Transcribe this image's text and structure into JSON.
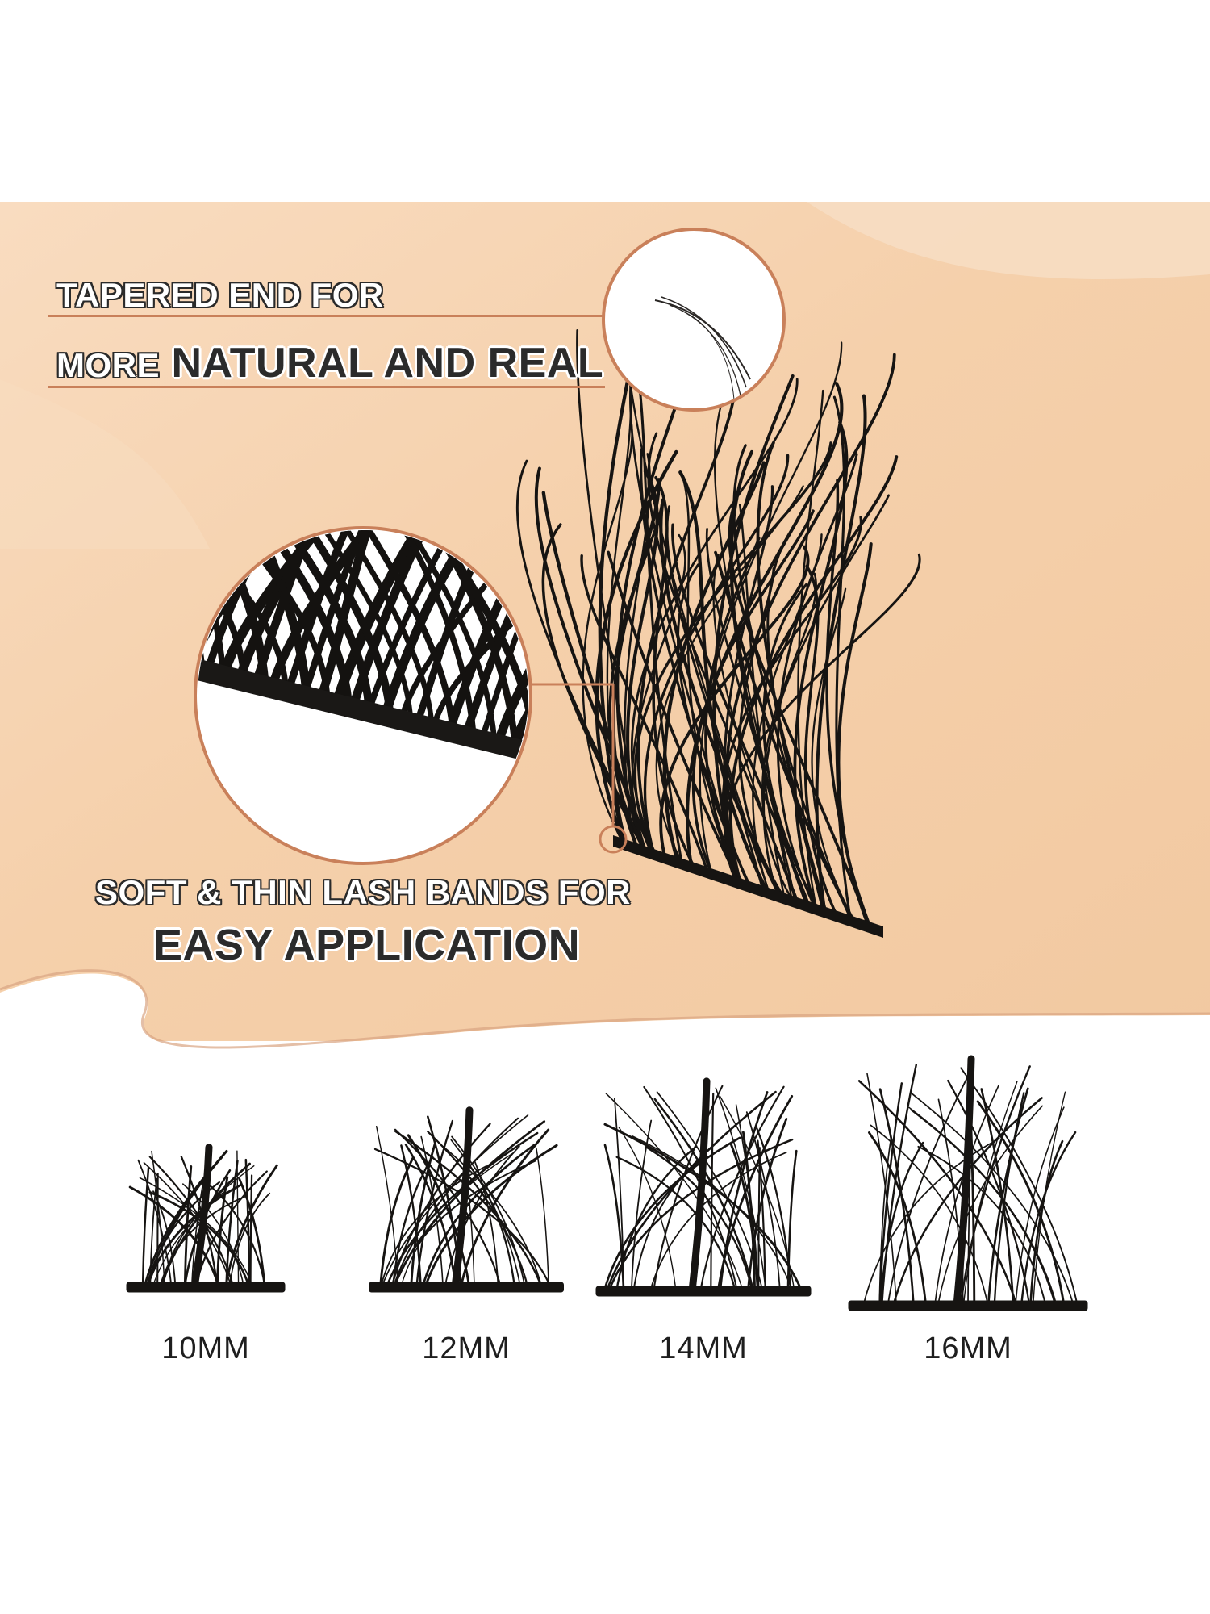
{
  "callouts": {
    "tapered_line1": "TAPERED END FOR",
    "tapered_line2_small": "MORE",
    "tapered_line2_big": "NATURAL AND REAL",
    "bands_line1": "SOFT & THIN LASH BANDS FOR",
    "bands_line2": "EASY APPLICATION"
  },
  "sizes": [
    "10MM",
    "12MM",
    "14MM",
    "16MM"
  ],
  "colors": {
    "accent": "#c9805a",
    "background": "#f6d2b0",
    "lash": "#161412"
  },
  "icons": [
    "tapered-tip-zoom",
    "lash-band-zoom",
    "lash-cluster-large"
  ]
}
